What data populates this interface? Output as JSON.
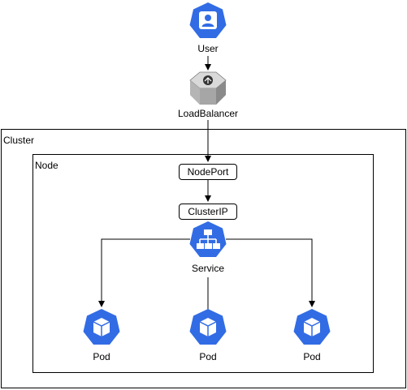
{
  "nodes": {
    "user": "User",
    "load_balancer": "LoadBalancer",
    "cluster": "Cluster",
    "node": "Node",
    "node_port": "NodePort",
    "cluster_ip": "ClusterIP",
    "service": "Service",
    "pods": [
      "Pod",
      "Pod",
      "Pod"
    ]
  },
  "colors": {
    "k8s_blue": "#326CE5",
    "lb_gray": "#c8c8c8",
    "line": "#000000"
  },
  "icons": {
    "user": "user-icon",
    "load_balancer": "load-balancer-icon",
    "service": "service-icon",
    "pod": "pod-icon"
  }
}
